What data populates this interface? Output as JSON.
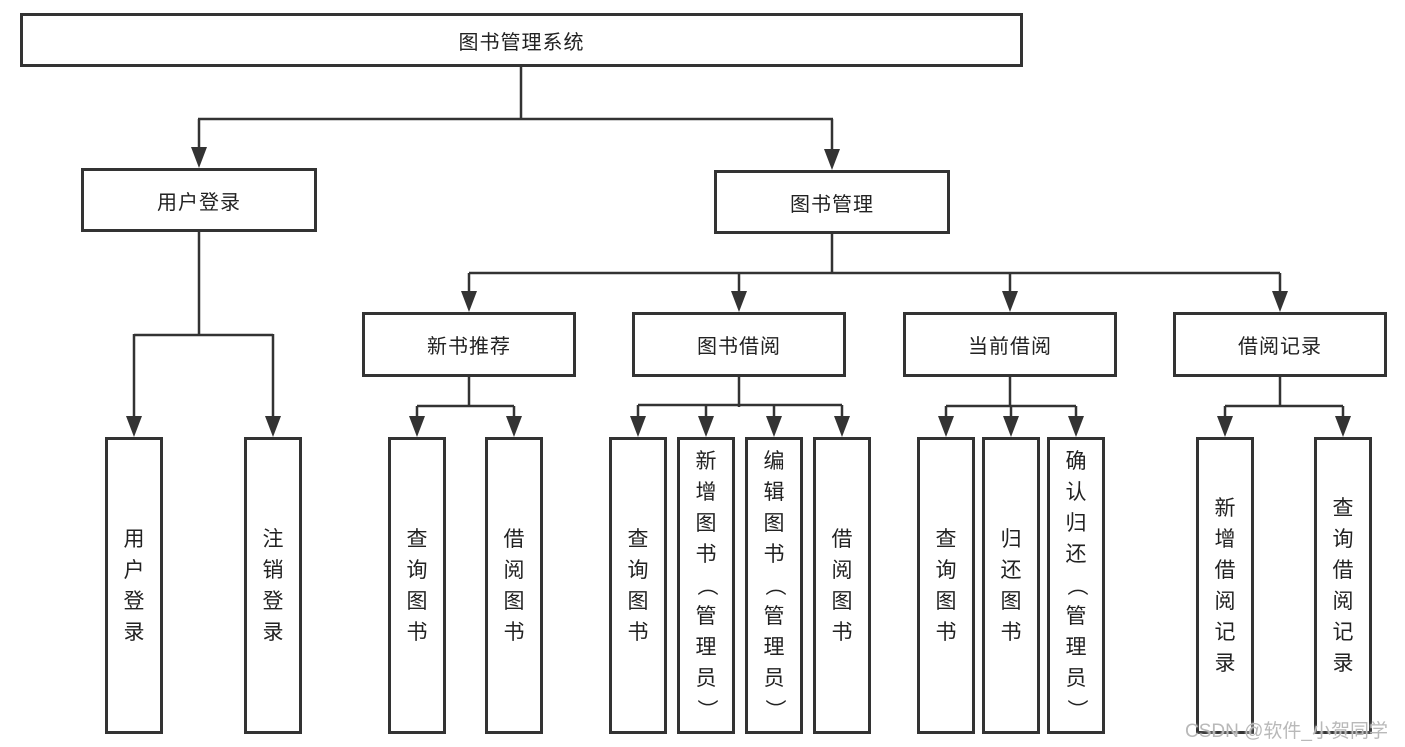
{
  "tree": {
    "root": "图书管理系统",
    "branches": [
      {
        "label": "用户登录",
        "children": [
          "用户登录",
          "注销登录"
        ]
      },
      {
        "label": "图书管理",
        "sections": [
          {
            "label": "新书推荐",
            "children": [
              "查询图书",
              "借阅图书"
            ]
          },
          {
            "label": "图书借阅",
            "children": [
              "查询图书",
              "新增图书（管理员）",
              "编辑图书（管理员）",
              "借阅图书"
            ]
          },
          {
            "label": "当前借阅",
            "children": [
              "查询图书",
              "归还图书",
              "确认归还（管理员）"
            ]
          },
          {
            "label": "借阅记录",
            "children": [
              "新增借阅记录",
              "查询借阅记录"
            ]
          }
        ]
      }
    ]
  },
  "watermark": "CSDN @软件_小贺同学",
  "colors": {
    "line": "#333333",
    "border": "#333333",
    "text": "#222222",
    "background": "#ffffff",
    "watermark": "#b9b9b9"
  }
}
